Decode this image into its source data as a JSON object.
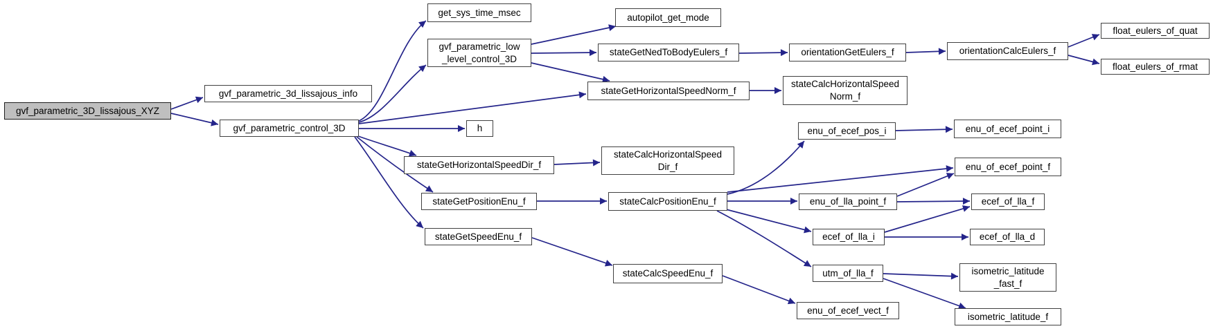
{
  "diagram": {
    "type": "call-graph",
    "colors": {
      "background": "#ffffff",
      "edge": "#24248a",
      "node_border": "#404040",
      "node_fill": "#ffffff",
      "root_fill": "#bfbfbf"
    },
    "nodes": [
      {
        "id": "root",
        "label": "gvf_parametric_3D_lissajous_XYZ",
        "highlighted": true
      },
      {
        "id": "info",
        "label": "gvf_parametric_3d_lissajous_info"
      },
      {
        "id": "control3d",
        "label": "gvf_parametric_control_3D"
      },
      {
        "id": "systime",
        "label": "get_sys_time_msec"
      },
      {
        "id": "lowlevel",
        "label": "gvf_parametric_low\n_level_control_3D"
      },
      {
        "id": "autopilot",
        "label": "autopilot_get_mode"
      },
      {
        "id": "nedtobody",
        "label": "stateGetNedToBodyEulers_f"
      },
      {
        "id": "orientget",
        "label": "orientationGetEulers_f"
      },
      {
        "id": "orientcalc",
        "label": "orientationCalcEulers_f"
      },
      {
        "id": "quat",
        "label": "float_eulers_of_quat"
      },
      {
        "id": "rmat",
        "label": "float_eulers_of_rmat"
      },
      {
        "id": "norm",
        "label": "stateGetHorizontalSpeedNorm_f"
      },
      {
        "id": "calcnorm",
        "label": "stateCalcHorizontalSpeed\nNorm_f"
      },
      {
        "id": "h",
        "label": "h"
      },
      {
        "id": "dir",
        "label": "stateGetHorizontalSpeedDir_f"
      },
      {
        "id": "calcdir",
        "label": "stateCalcHorizontalSpeed\nDir_f"
      },
      {
        "id": "getpos",
        "label": "stateGetPositionEnu_f"
      },
      {
        "id": "calcpos",
        "label": "stateCalcPositionEnu_f"
      },
      {
        "id": "getspeed",
        "label": "stateGetSpeedEnu_f"
      },
      {
        "id": "calcspeed",
        "label": "stateCalcSpeedEnu_f"
      },
      {
        "id": "posi",
        "label": "enu_of_ecef_pos_i"
      },
      {
        "id": "pointi",
        "label": "enu_of_ecef_point_i"
      },
      {
        "id": "pointf",
        "label": "enu_of_ecef_point_f"
      },
      {
        "id": "llapointf",
        "label": "enu_of_lla_point_f"
      },
      {
        "id": "ecefllaf",
        "label": "ecef_of_lla_f"
      },
      {
        "id": "ecefllai",
        "label": "ecef_of_lla_i"
      },
      {
        "id": "ecefllad",
        "label": "ecef_of_lla_d"
      },
      {
        "id": "utm",
        "label": "utm_of_lla_f"
      },
      {
        "id": "vect",
        "label": "enu_of_ecef_vect_f"
      },
      {
        "id": "isofast",
        "label": "isometric_latitude\n_fast_f"
      },
      {
        "id": "isof",
        "label": "isometric_latitude_f"
      }
    ],
    "edges": [
      {
        "from": "root",
        "to": "info"
      },
      {
        "from": "root",
        "to": "control3d"
      },
      {
        "from": "control3d",
        "to": "systime"
      },
      {
        "from": "control3d",
        "to": "lowlevel"
      },
      {
        "from": "control3d",
        "to": "norm"
      },
      {
        "from": "control3d",
        "to": "h"
      },
      {
        "from": "control3d",
        "to": "dir"
      },
      {
        "from": "control3d",
        "to": "getpos"
      },
      {
        "from": "control3d",
        "to": "getspeed"
      },
      {
        "from": "lowlevel",
        "to": "autopilot"
      },
      {
        "from": "lowlevel",
        "to": "nedtobody"
      },
      {
        "from": "lowlevel",
        "to": "norm"
      },
      {
        "from": "nedtobody",
        "to": "orientget"
      },
      {
        "from": "orientget",
        "to": "orientcalc"
      },
      {
        "from": "orientcalc",
        "to": "quat"
      },
      {
        "from": "orientcalc",
        "to": "rmat"
      },
      {
        "from": "norm",
        "to": "calcnorm"
      },
      {
        "from": "dir",
        "to": "calcdir"
      },
      {
        "from": "getpos",
        "to": "calcpos"
      },
      {
        "from": "getspeed",
        "to": "calcspeed"
      },
      {
        "from": "calcpos",
        "to": "posi"
      },
      {
        "from": "calcpos",
        "to": "pointf"
      },
      {
        "from": "calcpos",
        "to": "llapointf"
      },
      {
        "from": "calcpos",
        "to": "ecefllai"
      },
      {
        "from": "calcpos",
        "to": "utm"
      },
      {
        "from": "posi",
        "to": "pointi"
      },
      {
        "from": "llapointf",
        "to": "pointf"
      },
      {
        "from": "llapointf",
        "to": "ecefllaf"
      },
      {
        "from": "ecefllai",
        "to": "ecefllaf"
      },
      {
        "from": "ecefllai",
        "to": "ecefllad"
      },
      {
        "from": "utm",
        "to": "isofast"
      },
      {
        "from": "utm",
        "to": "isof"
      },
      {
        "from": "calcspeed",
        "to": "vect"
      }
    ]
  }
}
